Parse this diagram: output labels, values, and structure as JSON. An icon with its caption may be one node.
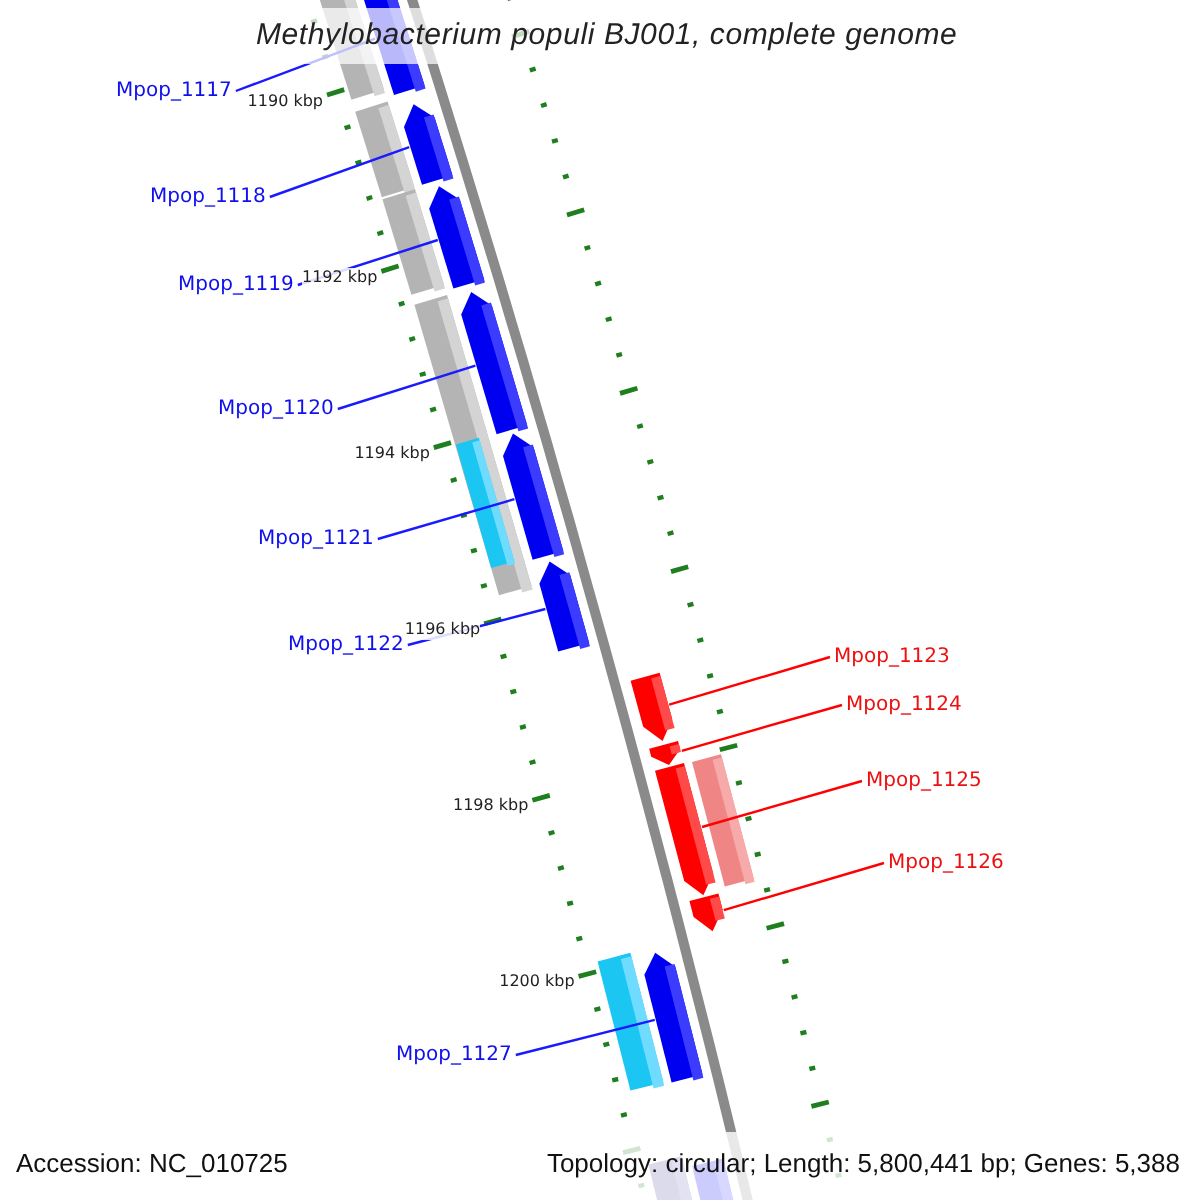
{
  "diagram": {
    "title": "Methylobacterium populi BJ001, complete genome",
    "nodes": [
      {
        "text": [
          "Mpop_1117"
        ]
      },
      {
        "text": [
          "Mpop_1118"
        ]
      },
      {
        "text": [
          "Mpop_1119"
        ]
      },
      {
        "text": [
          "Mpop_1120"
        ]
      },
      {
        "text": [
          "Mpop_1121"
        ]
      },
      {
        "text": [
          "Mpop_1122"
        ]
      },
      {
        "text": [
          "Mpop_1123"
        ]
      },
      {
        "text": [
          "Mpop_1124"
        ]
      },
      {
        "text": [
          "Mpop_1125"
        ]
      },
      {
        "text": [
          "Mpop_1126"
        ]
      },
      {
        "text": [
          "Mpop_1127"
        ]
      },
      {
        "text": [],
        "shape": "bar"
      },
      {
        "text": [],
        "shape": "bar"
      },
      {
        "text": [],
        "shape": "bar"
      },
      {
        "text": [],
        "shape": "bar"
      },
      {
        "text": [],
        "shape": "bar"
      },
      {
        "text": [],
        "shape": "bar"
      },
      {
        "text": [],
        "shape": "bar"
      },
      {
        "text": [],
        "shape": "bar"
      },
      {
        "text": [],
        "shape": "bar"
      },
      {
        "text": [],
        "shape": "bar"
      },
      {
        "text": [],
        "shape": "bar"
      }
    ],
    "edges": [
      {
        "from": 0,
        "to": 11,
        "arrow": "none"
      },
      {
        "from": 1,
        "to": 12,
        "arrow": "none"
      },
      {
        "from": 2,
        "to": 13,
        "arrow": "none"
      },
      {
        "from": 3,
        "to": 14,
        "arrow": "none"
      },
      {
        "from": 4,
        "to": 15,
        "arrow": "none"
      },
      {
        "from": 5,
        "to": 16,
        "arrow": "none"
      },
      {
        "from": 6,
        "to": 17,
        "arrow": "none",
        "color": "#ff0000"
      },
      {
        "from": 7,
        "to": 18,
        "arrow": "none",
        "color": "#ff0000"
      },
      {
        "from": 8,
        "to": 19,
        "arrow": "none",
        "color": "#ff0000"
      },
      {
        "from": 9,
        "to": 20,
        "arrow": "none",
        "color": "#ff0000"
      },
      {
        "from": 10,
        "to": 21,
        "arrow": "none"
      }
    ],
    "labels": [
      "1190 kbp",
      "1192 kbp",
      "1194 kbp",
      "1196 kbp",
      "1198 kbp",
      "1200 kbp",
      "Accession: NC_010725",
      "Topology: circular; Length: 5,800,441 bp; Genes: 5,388"
    ]
  }
}
